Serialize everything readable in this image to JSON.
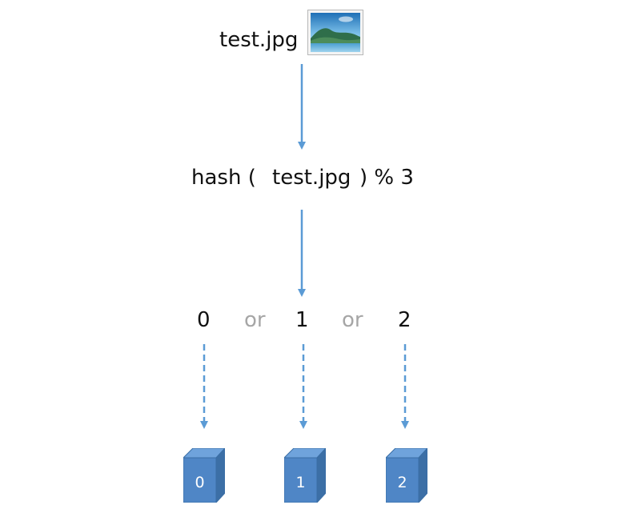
{
  "file": {
    "name": "test.jpg",
    "icon": "landscape-image-icon"
  },
  "formula": {
    "prefix": "hash (",
    "arg": "test.jpg",
    "suffix": ") % 3"
  },
  "choices": {
    "values": [
      "0",
      "1",
      "2"
    ],
    "separator": "or"
  },
  "servers": [
    {
      "label": "0"
    },
    {
      "label": "1"
    },
    {
      "label": "2"
    }
  ],
  "colors": {
    "arrow": "#5b9bd5",
    "server_front": "#4f86c6",
    "server_side": "#3c6fa6",
    "server_top": "#6fa3dc",
    "or_text": "#a6a6a6"
  }
}
